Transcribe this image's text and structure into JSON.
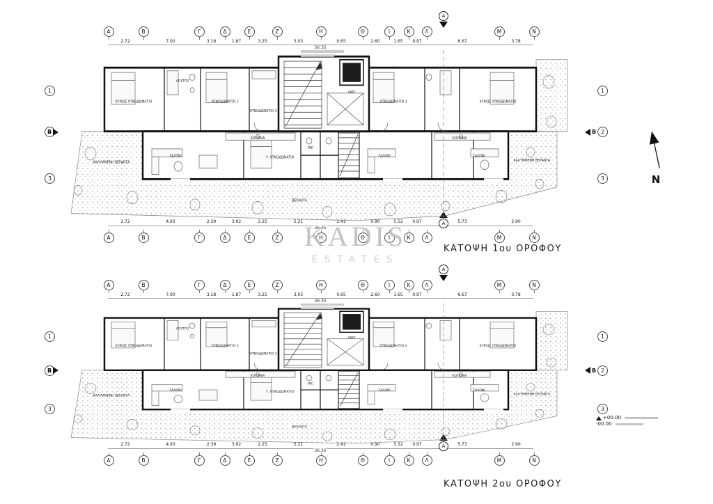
{
  "watermark": {
    "line1": "KADIS",
    "line2": "ESTATES"
  },
  "north": {
    "label": "N"
  },
  "annotations": {
    "plus": "+00.00",
    "minus": "-00.00"
  },
  "grid": {
    "letters": [
      "Α",
      "Β",
      "Γ",
      "Δ",
      "Ε",
      "Ζ",
      "Η",
      "Θ",
      "Ι",
      "Κ",
      "Λ",
      "Μ",
      "Ν"
    ],
    "rows": [
      "1",
      "2",
      "3"
    ],
    "section_a": "A",
    "section_b": "B"
  },
  "plans": [
    {
      "caption": "ΚΑΤΟΨΗ 1ου ΟΡΟΦΟΥ",
      "dims_total": "36.35",
      "dims_top": [
        "2.72",
        "7.00",
        "3.18",
        "1.87",
        "3.25",
        "3.05",
        "0.65",
        "2.60",
        "1.65",
        "0.97",
        "6.67",
        "3.78"
      ],
      "dims_bottom": [
        "2.72",
        "4.93",
        "2.39",
        "3.92",
        "2.25",
        "5.21",
        "2.41",
        "0.90",
        "5.52",
        "0.97",
        "5.73",
        "2.90"
      ],
      "rooms": [
        "ΚΥΡΙΩΣ ΥΠΝΟΔΩΜΑΤΙΟ",
        "ΥΠΝΟΔΩΜΑΤΙΟ 2",
        "ΥΠΝΟΔΩΜΑΤΙΟ 3",
        "ΥΠΝΟΔΩΜΑΤΙΟ 2",
        "ΚΥΡΙΩΣ ΥΠΝΟΔΩΜΑΤΙΟ",
        "ΣΑΛΟΝΙ",
        "ΚΟΥΖΙΝΑ",
        "ΣΑΛΟΝΙ",
        "ΣΑΛΟΝΙ",
        "ΚΟΥΖΙΝΑ",
        "ΛΙΦΤ",
        "ΛΟΥΤΡΟ",
        "WC",
        "ΚΑΛΥΜΜΕΝΗ ΒΕΡΑΝΤΑ",
        "ΚΑΛΥΜΜΕΝΗ ΒΕΡΑΝΤΑ",
        "ΒΕΡΑΝΤΑ",
        "Υ. ΥΠΝΟΔΩΜΑΤΙΟ"
      ]
    },
    {
      "caption": "ΚΑΤΟΨΗ 2ου ΟΡΟΦΟΥ",
      "dims_total": "36.35",
      "dims_top": [
        "2.72",
        "7.00",
        "3.18",
        "1.87",
        "3.25",
        "3.05",
        "0.65",
        "2.60",
        "1.65",
        "0.97",
        "6.67",
        "3.78"
      ],
      "dims_bottom": [
        "2.72",
        "4.93",
        "2.39",
        "3.92",
        "2.25",
        "5.21",
        "2.41",
        "0.90",
        "5.52",
        "0.97",
        "5.73",
        "2.90"
      ],
      "rooms": [
        "ΚΥΡΙΩΣ ΥΠΝΟΔΩΜΑΤΙΟ",
        "ΥΠΝΟΔΩΜΑΤΙΟ 2",
        "ΥΠΝΟΔΩΜΑΤΙΟ 3",
        "ΥΠΝΟΔΩΜΑΤΙΟ 2",
        "ΚΥΡΙΩΣ ΥΠΝΟΔΩΜΑΤΙΟ",
        "ΣΑΛΟΝΙ",
        "ΚΟΥΖΙΝΑ",
        "ΣΑΛΟΝΙ",
        "ΣΑΛΟΝΙ",
        "ΚΟΥΖΙΝΑ",
        "ΛΙΦΤ",
        "ΛΟΥΤΡΟ",
        "WC",
        "ΚΑΛΥΜΜΕΝΗ ΒΕΡΑΝΤΑ",
        "ΚΑΛΥΜΜΕΝΗ ΒΕΡΑΝΤΑ",
        "ΒΕΡΑΝΤΑ",
        "Υ. ΥΠΝΟΔΩΜΑΤΙΟ"
      ]
    }
  ]
}
